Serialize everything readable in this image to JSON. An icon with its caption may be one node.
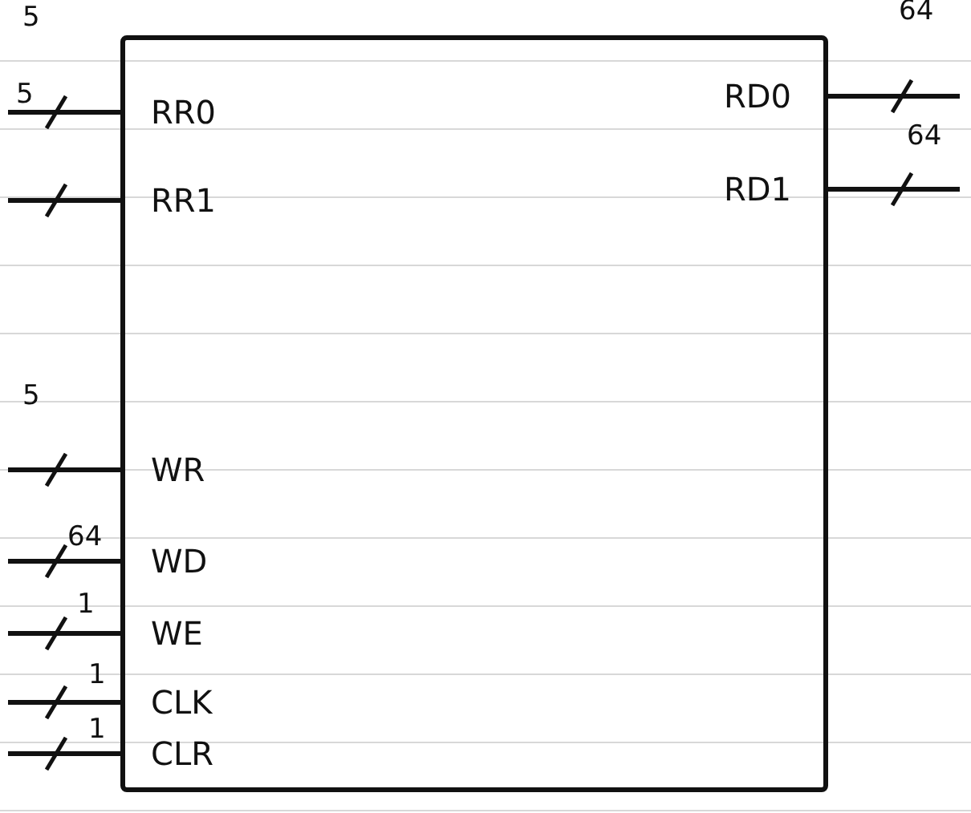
{
  "diagram": {
    "nodes": [
      {
        "text": [],
        "shape": "box"
      },
      {
        "text": [
          "RR0"
        ],
        "in": 0
      },
      {
        "text": [
          "RD0"
        ],
        "in": 0
      },
      {
        "text": [
          "RR1"
        ],
        "in": 0
      },
      {
        "text": [
          "RD1"
        ],
        "in": 0
      },
      {
        "text": [
          "WR"
        ],
        "in": 0
      },
      {
        "text": [
          "WD"
        ],
        "in": 0
      },
      {
        "text": [
          "WE"
        ],
        "in": 0
      },
      {
        "text": [
          "CLK"
        ],
        "in": 0
      },
      {
        "text": [
          "CLR"
        ],
        "in": 0
      }
    ],
    "edges": [
      {
        "from": null,
        "to": 1,
        "arrow": "none"
      },
      {
        "from": 2,
        "to": null,
        "arrow": "none"
      },
      {
        "from": null,
        "to": 3,
        "arrow": "none"
      },
      {
        "from": 4,
        "to": null,
        "arrow": "none"
      },
      {
        "from": null,
        "to": 5,
        "arrow": "none"
      },
      {
        "from": null,
        "to": 6,
        "arrow": "none"
      },
      {
        "from": null,
        "to": 7,
        "arrow": "none"
      },
      {
        "from": null,
        "to": 8,
        "arrow": "none"
      },
      {
        "from": null,
        "to": 9,
        "arrow": "none"
      }
    ],
    "labels": [
      "5",
      "64",
      "5",
      "64",
      "5",
      "64",
      "1",
      "1",
      "1"
    ]
  }
}
